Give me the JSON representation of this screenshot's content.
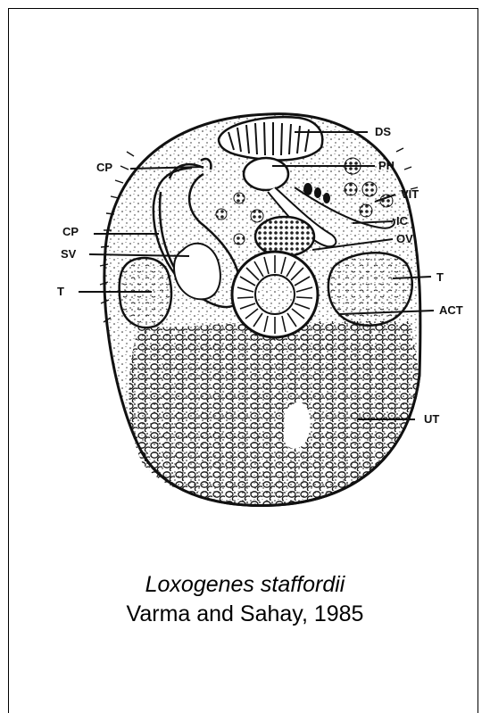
{
  "figure": {
    "labels": {
      "ds": "DS",
      "ph": "PH",
      "vit": "VIT",
      "ic": "IC",
      "ov": "OV",
      "t_right": "T",
      "act": "ACT",
      "ut": "UT",
      "cp_top": "CP",
      "cp_mid": "CP",
      "sv": "SV",
      "t_left": "T"
    },
    "caption": {
      "species": "Loxogenes staffordii",
      "authority": "Varma and Sahay, 1985"
    }
  }
}
